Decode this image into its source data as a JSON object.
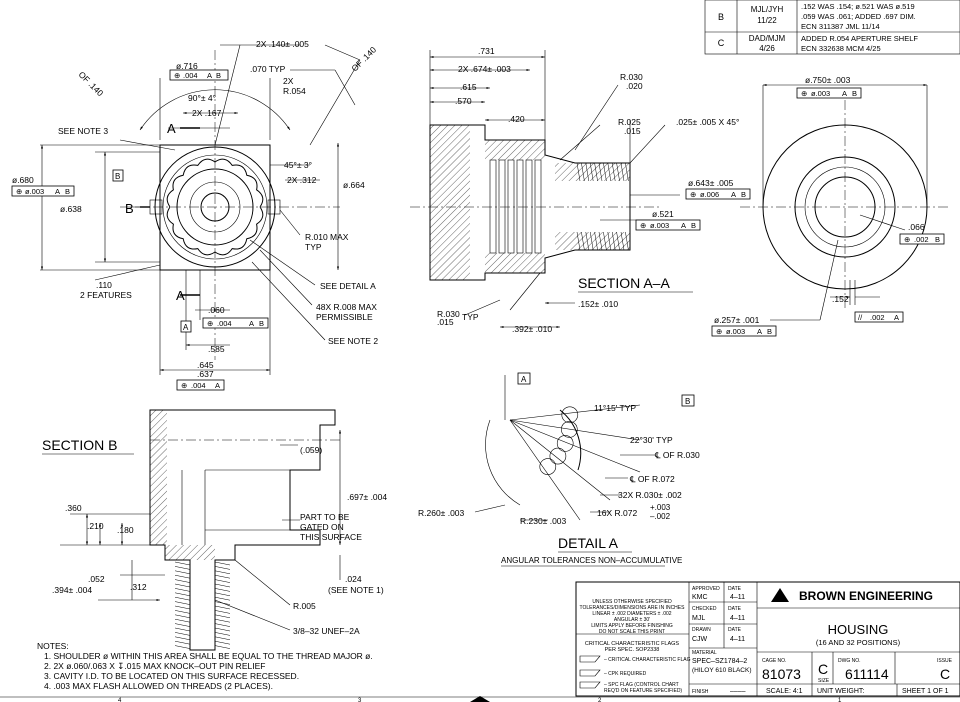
{
  "revisions": [
    {
      "rev": "B",
      "by": "MJL/JYH",
      "date": "11/22",
      "desc1": ".152 WAS .154; ø.521 WAS ø.519",
      "desc2": ".059 WAS .061; ADDED .697 DIM.",
      "desc3": "ECN 311387   JML 11/14"
    },
    {
      "rev": "C",
      "by": "DAD/MJM",
      "date": "4/26",
      "desc1": "ADDED R.054 APERTURE SHELF",
      "desc2": "ECN 332638   MCM 4/25",
      "desc3": ""
    }
  ],
  "front_view": {
    "d716": "ø.716",
    "fc716": ".004",
    "fcA": "A",
    "fcB": "B",
    "x140": "2X .140± .005",
    "of140_a": "OF .140",
    "of140_b": "OF .140",
    "typ070": ".070  TYP",
    "x2": "2X",
    "r054": "R.054",
    "ang90": "90°± 4°",
    "x167": "2X .167",
    "sec_a_top": "A",
    "note3": "SEE NOTE 3",
    "ang45": "45°± 3°",
    "x312": "2X .312",
    "d664": "ø.664",
    "d680": "ø.680",
    "fc003": "ø.003",
    "d638": "ø.638",
    "datB": "B",
    "labelB": "B",
    "r010": "R.010 MAX",
    "typ": "TYP",
    "f110": ".110",
    "features2": "2 FEATURES",
    "detailA": "SEE DETAIL A",
    "sec_a_bot": "A",
    "d060": ".060",
    "fc004": ".004",
    "x48": "48X R.008 MAX",
    "permissible": "PERMISSIBLE",
    "datA": "A",
    "note2": "SEE NOTE 2",
    "d585": ".585",
    "d645": ".645",
    "d637": ".637",
    "fc004b": ".004"
  },
  "section_aa": {
    "d731": ".731",
    "d674": "2X .674± .003",
    "d615": ".615",
    "d570": ".570",
    "d420": ".420",
    "r030": "R.030",
    "r020": ".020",
    "r025": "R.025",
    "r015": ".015",
    "chamfer": ".025± .005 X 45°",
    "d643": "ø.643± .005",
    "fc006": "ø.006",
    "d521": "ø.521",
    "fc003": "ø.003",
    "title": "SECTION  A–A",
    "rb030": "R.030",
    "rb015": ".015",
    "typ": "TYP",
    "d152": ".152± .010",
    "d392": ".392± .010"
  },
  "side_view": {
    "d750": "ø.750± .003",
    "fc003": "ø.003",
    "d066": ".066",
    "fc002": ".002",
    "d152": ".152",
    "par002": ".002",
    "d257": "ø.257± .001",
    "fc003b": "ø.003"
  },
  "section_b": {
    "title": "SECTION  B",
    "d059": "(.059)",
    "d697": ".697± .004",
    "d360": ".360",
    "d210": ".210",
    "d180": ".180",
    "gate1": "PART TO BE",
    "gate2": "GATED ON",
    "gate3": "THIS SURFACE",
    "d052": ".052",
    "d312": ".312",
    "d394": ".394± .004",
    "d024": ".024",
    "note1": "(SEE NOTE 1)",
    "r005": "R.005",
    "thread": "3/8–32 UNEF–2A"
  },
  "detail_a": {
    "datA": "A",
    "ang1115": "11°15'  TYP",
    "datB": "B",
    "ang2230": "22°30'  TYP",
    "clr030": "℄  OF R.030",
    "clr072": "℄  OF R.072",
    "x32": "32X  R.030± .002",
    "x16": "16X  R.072",
    "tolp": "+.003",
    "tolm": "–.002",
    "r260": "R.260± .003",
    "r230": "R.230± .003",
    "title": "DETAIL  A",
    "note": "ANGULAR TOLERANCES NON–ACCUMULATIVE"
  },
  "notes": {
    "heading": "NOTES:",
    "items": [
      "1.  SHOULDER ø WITHIN THIS AREA SHALL BE EQUAL TO THE THREAD MAJOR ø.",
      "2.  2X ø.060/.063 X ↧.015 MAX KNOCK–OUT PIN RELIEF",
      "3.  CAVITY I.D. TO BE LOCATED ON THIS SURFACE RECESSED.",
      "4.  .003 MAX FLASH ALLOWED ON THREADS (2 PLACES)."
    ]
  },
  "title_block": {
    "gen1": "UNLESS OTHERWISE SPECIFIED",
    "gen2": "TOLERANCES/DIMENSIONS ARE IN INCHES",
    "gen3": "LINEAR ± .002   DIAMETERS ± .002",
    "gen4": "ANGULAR ± 30'",
    "gen5": "LIMITS APPLY BEFORE FINISHING",
    "gen6": "DO NOT SCALE THIS PRINT",
    "crit1": "CRITICAL CHARACTERISTIC FLAGS",
    "crit2": "PER SPEC. SOP2338",
    "flag1": "– CRITICAL CHARACTERISTIC FLAG",
    "flag2": "– CPK REQUIRED",
    "flag3": "– SPC FLAG (CONTROL CHART",
    "flag3b": "REQ'D ON FEATURE SPECIFIED)",
    "approved": "APPROVED",
    "date": "DATE",
    "kmc": "KMC",
    "d411a": "4–11",
    "checked": "CHECKED",
    "mjl": "MJL",
    "d411b": "4–11",
    "drawn": "DRAWN",
    "cjw": "CJW",
    "d411c": "4–11",
    "material": "MATERIAL",
    "spec": "SPEC–SZ1784–2",
    "hiloy": "(HILOY 610 BLACK)",
    "finish": "FINISH",
    "finish_val": "––––",
    "company": "BROWN ENGINEERING",
    "title": "HOUSING",
    "subtitle": "(16 AND 32 POSITIONS)",
    "cage_lbl": "CAGE NO.",
    "cage": "81073",
    "size_lbl": "SIZE",
    "size": "C",
    "dwg_lbl": "DWG NO.",
    "dwg": "611114",
    "issue_lbl": "ISSUE",
    "issue": "C",
    "scale": "SCALE: 4:1",
    "weight": "UNIT WEIGHT:",
    "sheet": "SHEET  1  OF  1"
  },
  "zones": {
    "z4": "4",
    "z3": "3",
    "z2": "2",
    "z1": "1"
  }
}
